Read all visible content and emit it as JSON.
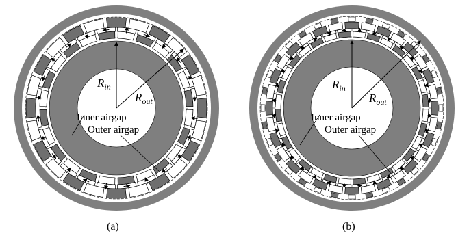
{
  "panels": [
    {
      "id": "a",
      "caption": "(a)",
      "inner_airgap_label": "Inner airgap",
      "outer_airgap_label": "Outer airgap",
      "r_in": {
        "base": "R",
        "sub": "in"
      },
      "r_out": {
        "base": "R",
        "sub": "out"
      },
      "magnet_slots": 24
    },
    {
      "id": "b",
      "caption": "(b)",
      "inner_airgap_label": "Inner airgap",
      "outer_airgap_label": "Outer airgap",
      "r_in": {
        "base": "R",
        "sub": "in"
      },
      "r_out": {
        "base": "R",
        "sub": "out"
      },
      "magnet_slots": 32
    }
  ],
  "colors": {
    "iron": "#7f7f7f",
    "pole": "#6f6f6f",
    "background": "#ffffff",
    "line": "#000000"
  }
}
